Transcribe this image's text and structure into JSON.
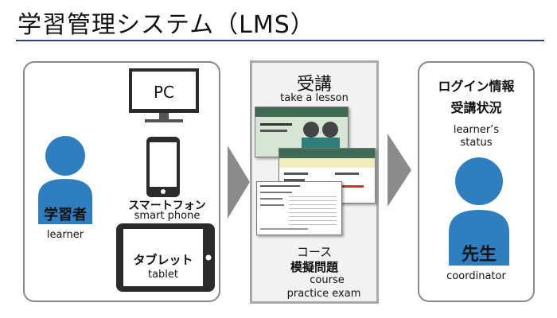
{
  "title": "学習管理システム（LMS）",
  "left": {
    "pc_label": "PC",
    "smartphone_label_ja": "スマートフォン",
    "smartphone_label_en": "smart phone",
    "tablet_label_ja": "タブレット",
    "tablet_label_en": "tablet",
    "learner_label_ja": "学習者",
    "learner_label_en": "learner"
  },
  "center": {
    "heading_ja": "受講",
    "heading_en": "take a lesson",
    "course_ja": "コース",
    "exam_ja": "模擬問題",
    "course_en": "course",
    "exam_en": "practice exam"
  },
  "right": {
    "login_ja": "ログイン情報",
    "status_ja": "受講状況",
    "status_en_line1": "learner’s",
    "status_en_line2": "status",
    "teacher_ja": "先生",
    "teacher_en": "coordinator"
  },
  "colors": {
    "accent_line": "#2c3f8c",
    "person_blue": "#2f7fc0",
    "arrow_gray": "#8b8b8b"
  }
}
